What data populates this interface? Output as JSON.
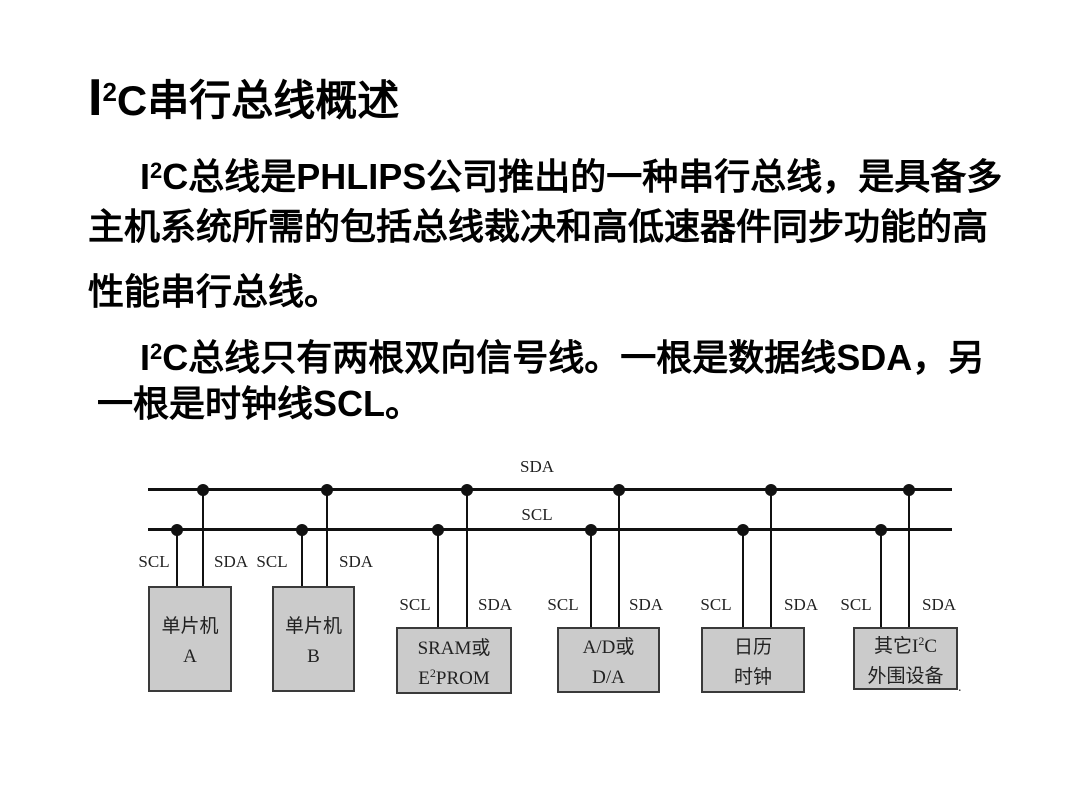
{
  "title": {
    "pre": "I",
    "sup": "2",
    "post": "C串行总线概述"
  },
  "body": {
    "lines": [
      {
        "pre": "I",
        "sup": "2",
        "post": "C总线是PHLIPS公司推出的一种串行总线，是具备多"
      },
      {
        "pre": "主机系统所需的包括总线裁决和高低速器件同步功能的高",
        "sup": "",
        "post": ""
      },
      {
        "pre": "性能串行总线。",
        "sup": "",
        "post": ""
      },
      {
        "pre": "I",
        "sup": "2",
        "post": "C总线只有两根双向信号线。一根是数据线SDA，另",
        "sup2": ""
      },
      {
        "pre": "一根是时钟线SCL。",
        "sup": "",
        "post": ""
      }
    ]
  },
  "diagram": {
    "bus_labels": {
      "sda": "SDA",
      "scl": "SCL"
    },
    "colors": {
      "box_fill": "#cbcbcb",
      "box_border": "#3a3a3a",
      "line": "#111111",
      "background": "#ffffff"
    },
    "devices": [
      {
        "scl_label": "SCL",
        "sda_label": "SDA",
        "line1": {
          "pre": "单片机",
          "sup": "",
          "post": ""
        },
        "line2": {
          "pre": "A",
          "sup": "",
          "post": ""
        }
      },
      {
        "scl_label": "SCL",
        "sda_label": "SDA",
        "line1": {
          "pre": "单片机",
          "sup": "",
          "post": ""
        },
        "line2": {
          "pre": "B",
          "sup": "",
          "post": ""
        }
      },
      {
        "scl_label": "SCL",
        "sda_label": "SDA",
        "line1": {
          "pre": "SRAM或",
          "sup": "",
          "post": ""
        },
        "line2": {
          "pre": "E",
          "sup": "2",
          "post": "PROM"
        }
      },
      {
        "scl_label": "SCL",
        "sda_label": "SDA",
        "line1": {
          "pre": "A/D或",
          "sup": "",
          "post": ""
        },
        "line2": {
          "pre": "D/A",
          "sup": "",
          "post": ""
        }
      },
      {
        "scl_label": "SCL",
        "sda_label": "SDA",
        "line1": {
          "pre": "日历",
          "sup": "",
          "post": ""
        },
        "line2": {
          "pre": "时钟",
          "sup": "",
          "post": ""
        }
      },
      {
        "scl_label": "SCL",
        "sda_label": "SDA",
        "line1": {
          "pre": "其它I",
          "sup": "2",
          "post": "C"
        },
        "line2": {
          "pre": "外围设备",
          "sup": "",
          "post": ""
        }
      }
    ],
    "footnote": "."
  }
}
